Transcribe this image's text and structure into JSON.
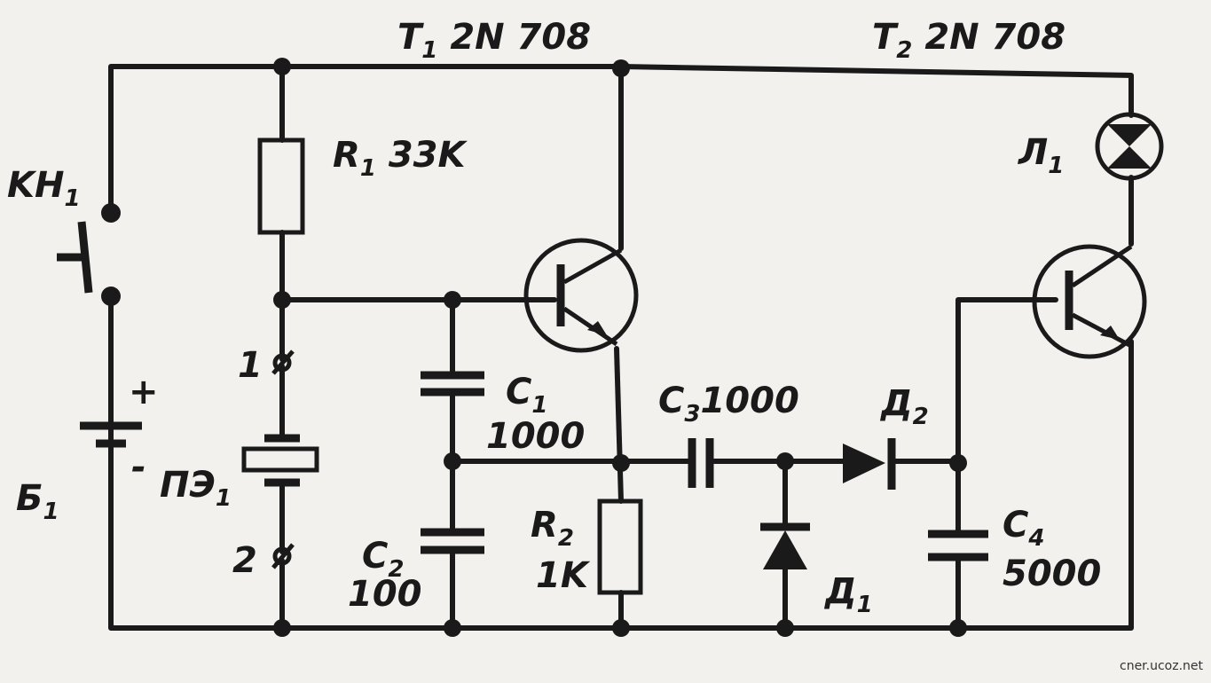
{
  "labels": {
    "t1": {
      "main": "T",
      "sub": "1",
      "rest": " 2N 708"
    },
    "t2": {
      "main": "T",
      "sub": "2",
      "rest": " 2N 708"
    },
    "r1": {
      "main": "R",
      "sub": "1",
      "rest": " 33K"
    },
    "kn1": {
      "main": "KH",
      "sub": "1"
    },
    "l1": {
      "main": "Л",
      "sub": "1"
    },
    "plus": "+",
    "minus": "-",
    "b1": {
      "main": "Б",
      "sub": "1"
    },
    "pe1": {
      "main": "ПЭ",
      "sub": "1"
    },
    "pin1": "1",
    "pin2": "2",
    "c1": {
      "main": "C",
      "sub": "1",
      "value": "1000"
    },
    "c2": {
      "main": "C",
      "sub": "2",
      "value": "100"
    },
    "r2": {
      "main": "R",
      "sub": "2",
      "value": "1K"
    },
    "c3": {
      "main": "C",
      "sub": "3",
      "rest": "1000"
    },
    "d2": {
      "main": "Д",
      "sub": "2"
    },
    "d1": {
      "main": "Д",
      "sub": "1"
    },
    "c4": {
      "main": "C",
      "sub": "4",
      "value": "5000"
    }
  },
  "watermark": "cner.ucoz.net"
}
